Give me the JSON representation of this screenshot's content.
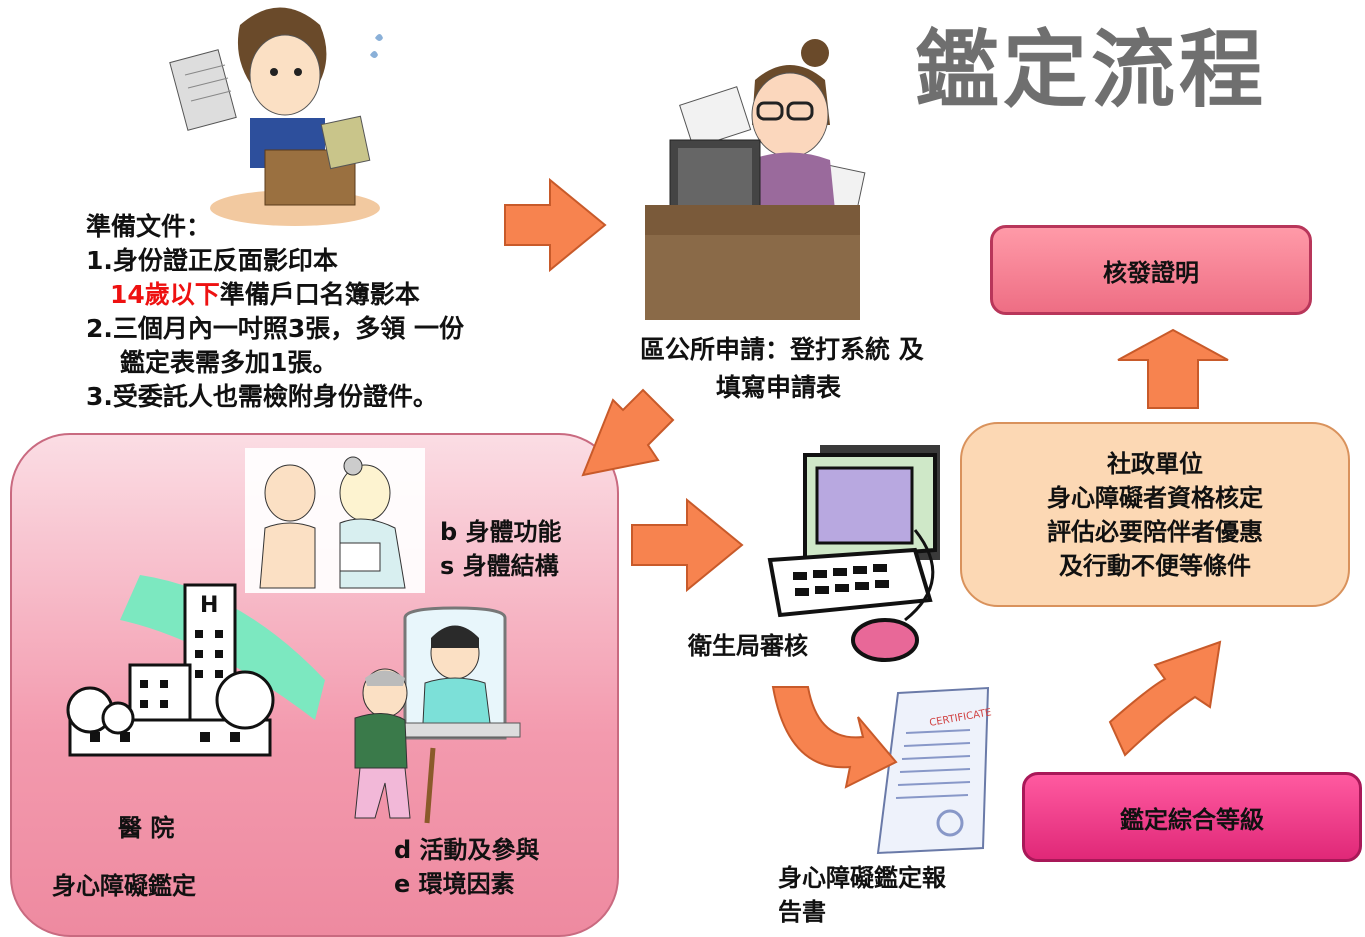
{
  "title": "鑑定流程",
  "documents": {
    "heading": "準備文件：",
    "item1": "1.身份證正反面影印本",
    "item1_red": "14歲以下",
    "item1_rest": "準備戶口名簿影本",
    "item2": "2.三個月內一吋照3張，多領 一份",
    "item2_cont": "鑑定表需多加1張。",
    "item3": "3.受委託人也需檢附身份證件。"
  },
  "district_office": {
    "line1": "區公所申請：登打系統 及",
    "line2": "填寫申請表"
  },
  "hospital": {
    "body_function": "b 身體功能",
    "body_structure": "s 身體結構",
    "hospital_label": "醫 院",
    "assessment_label": "身心障礙鑑定",
    "activity": "d 活動及參與",
    "environment": "e 環境因素"
  },
  "health_bureau": {
    "label": "衛生局審核"
  },
  "report": {
    "line1": "身心障礙鑑定報",
    "line2": "告書"
  },
  "social": {
    "line1": "社政單位",
    "line2": "身心障礙者資格核定",
    "line3": "評估必要陪伴者優惠",
    "line4": "及行動不便等條件"
  },
  "issue_box": "核發證明",
  "grade_box": "鑑定綜合等級",
  "colors": {
    "arrow": "#f7834f",
    "arrow_stroke": "#c85a2a",
    "title": "#6f6f6f",
    "red_text": "#e11111"
  }
}
